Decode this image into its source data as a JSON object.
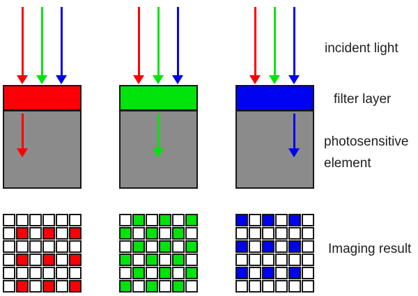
{
  "title": "color filter array imaging diagram",
  "labels": {
    "incident_light": "incident light",
    "filter_layer": "filter layer",
    "photosensitive_line1": "photosensitive",
    "photosensitive_line2": "element",
    "imaging_result": "Imaging result"
  },
  "colors": {
    "red": "#fb0006",
    "green": "#00e40b",
    "blue": "#0003ef",
    "sensor_gray": "#8b8b8b",
    "outline": "#161616",
    "text": "#1e1e1e",
    "background": "#ffffff",
    "cell_white": "#ffffff"
  },
  "columns": [
    {
      "name": "red",
      "filter": "red",
      "incident_arrows": [
        "red",
        "green",
        "blue"
      ],
      "transmitted": "red",
      "transmitted_index": 0,
      "grid": [
        [
          0,
          0,
          0,
          0,
          0,
          0
        ],
        [
          0,
          1,
          0,
          1,
          0,
          1
        ],
        [
          0,
          0,
          0,
          0,
          0,
          0
        ],
        [
          0,
          1,
          0,
          1,
          0,
          1
        ],
        [
          0,
          0,
          0,
          0,
          0,
          0
        ],
        [
          0,
          1,
          0,
          1,
          0,
          1
        ]
      ]
    },
    {
      "name": "green",
      "filter": "green",
      "incident_arrows": [
        "red",
        "green",
        "blue"
      ],
      "transmitted": "green",
      "transmitted_index": 1,
      "grid": [
        [
          0,
          1,
          0,
          1,
          0,
          1
        ],
        [
          1,
          0,
          1,
          0,
          1,
          0
        ],
        [
          0,
          1,
          0,
          1,
          0,
          1
        ],
        [
          1,
          0,
          1,
          0,
          1,
          0
        ],
        [
          0,
          1,
          0,
          1,
          0,
          1
        ],
        [
          1,
          0,
          1,
          0,
          1,
          0
        ]
      ]
    },
    {
      "name": "blue",
      "filter": "blue",
      "incident_arrows": [
        "red",
        "green",
        "blue"
      ],
      "transmitted": "blue",
      "transmitted_index": 2,
      "grid": [
        [
          1,
          0,
          1,
          0,
          1,
          0
        ],
        [
          0,
          0,
          0,
          0,
          0,
          0
        ],
        [
          1,
          0,
          1,
          0,
          1,
          0
        ],
        [
          0,
          0,
          0,
          0,
          0,
          0
        ],
        [
          1,
          0,
          1,
          0,
          1,
          0
        ],
        [
          0,
          0,
          0,
          0,
          0,
          0
        ]
      ]
    }
  ]
}
